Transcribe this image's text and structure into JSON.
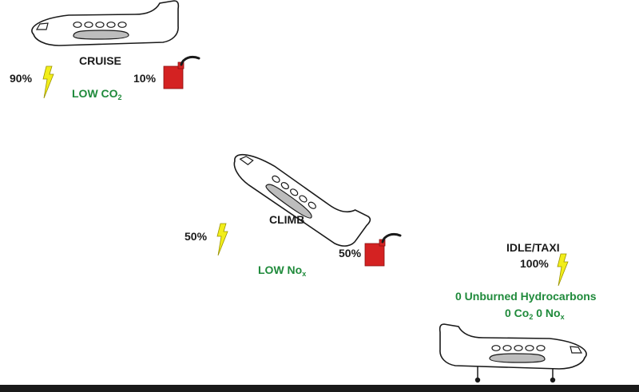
{
  "colors": {
    "ground": "#1a1a1a",
    "fuel_can": "#d42222",
    "lightning": "#f2ee1a",
    "green_text": "#1f8a3b",
    "window": "#bdbdbd"
  },
  "phases": {
    "cruise": {
      "label": "CRUISE",
      "electric_pct": "90%",
      "fuel_pct": "10%",
      "note_main": "LOW CO",
      "note_sub": "2"
    },
    "climb": {
      "label": "CLIMB",
      "electric_pct": "50%",
      "fuel_pct": "50%",
      "note_main": "LOW No",
      "note_sub": "x"
    },
    "idle": {
      "label": "IDLE/TAXI",
      "electric_pct": "100%",
      "note_line1": "0 Unburned Hydrocarbons",
      "note_a": "0 Co",
      "note_a_sub": "2",
      "note_b": " 0 No",
      "note_b_sub": "x"
    }
  },
  "icons": {
    "plane": "airplane-icon",
    "lightning": "lightning-icon",
    "fuel": "fuel-can-icon"
  }
}
